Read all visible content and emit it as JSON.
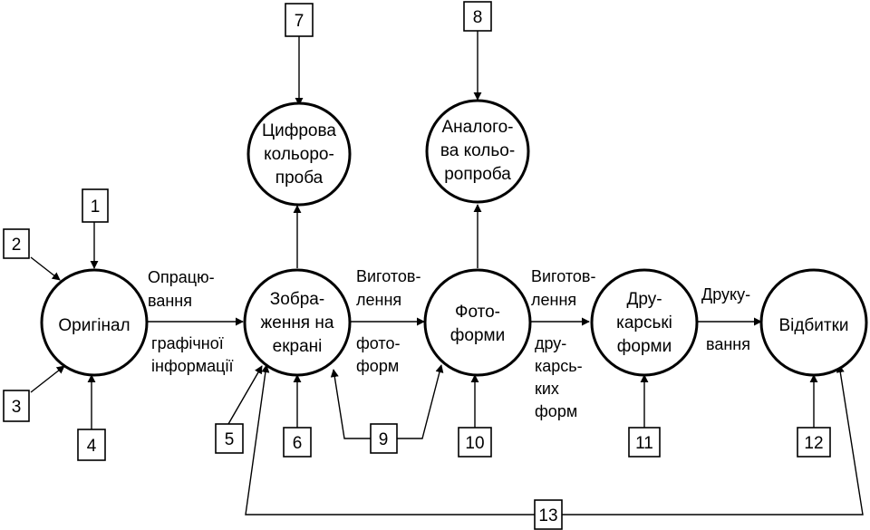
{
  "nodes": {
    "original": [
      "Оригінал"
    ],
    "screen_image": [
      "Зобра-",
      "ження на",
      "екрані"
    ],
    "photo_forms": [
      "Фото-",
      "форми"
    ],
    "print_forms": [
      "Дру-",
      "карські",
      "форми"
    ],
    "prints": [
      "Відбитки"
    ],
    "digital_proof": [
      "Цифрова",
      "кольоро-",
      "проба"
    ],
    "analog_proof": [
      "Аналого-",
      "ва кольо-",
      "ропроба"
    ]
  },
  "edges": {
    "processing": [
      "Опрацю-",
      "вання",
      "графічної",
      "інформації"
    ],
    "photoforms_making": [
      "Виготов-",
      "лення",
      "фото-",
      "форм"
    ],
    "printforms_making": [
      "Виготов-",
      "лення",
      "дру-",
      "карсь-",
      "ких",
      "форм"
    ],
    "printing": [
      "Друку-",
      "вання"
    ]
  },
  "boxes": [
    "1",
    "2",
    "3",
    "4",
    "5",
    "6",
    "7",
    "8",
    "9",
    "10",
    "11",
    "12",
    "13"
  ]
}
